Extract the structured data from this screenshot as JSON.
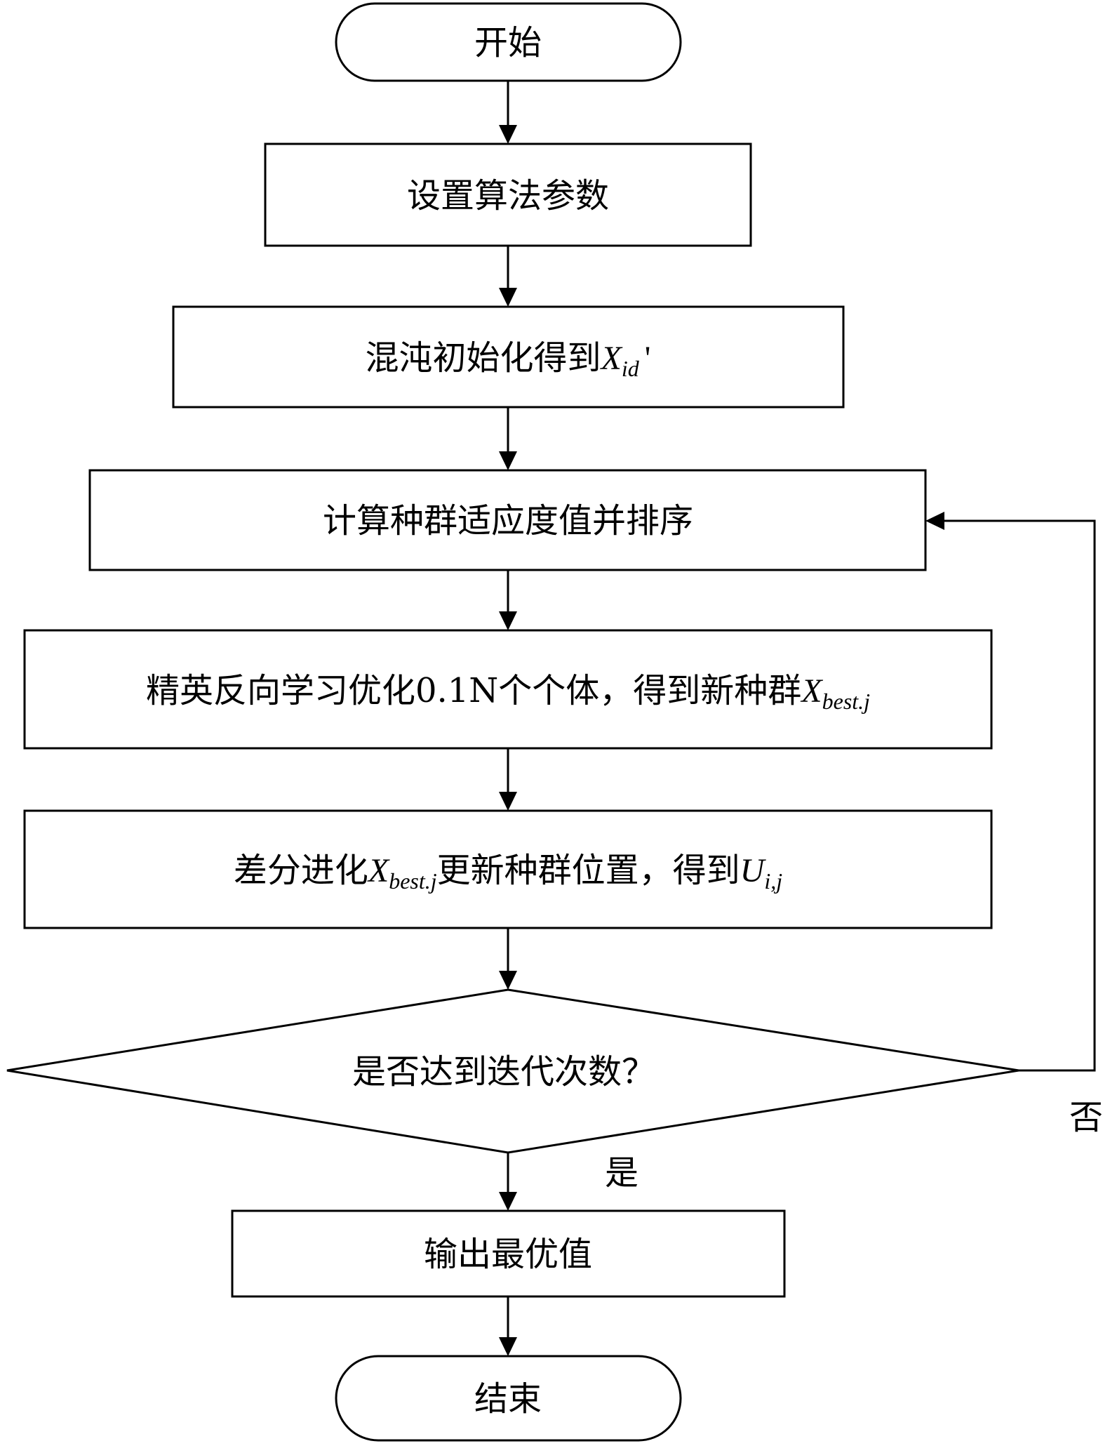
{
  "flowchart": {
    "start": {
      "label": "开始"
    },
    "set_params": {
      "label": "设置算法参数"
    },
    "chaos_init": {
      "text": "混沌初始化得到",
      "var": "X",
      "sub": "id",
      "suffix": "'"
    },
    "fitness": {
      "label": "计算种群适应度值并排序"
    },
    "elite": {
      "text": "精英反向学习优化0.1N个个体，得到新种群",
      "var": "X",
      "sub": "best.j"
    },
    "de": {
      "text1": "差分进化",
      "var1": "X",
      "sub1": "best.j",
      "text2": "更新种群位置，得到",
      "var2": "U",
      "sub2": "i,j"
    },
    "decision": {
      "label": "是否达到迭代次数？"
    },
    "yes_label": "是",
    "no_label": "否",
    "output": {
      "label": "输出最优值"
    },
    "end": {
      "label": "结束"
    }
  }
}
